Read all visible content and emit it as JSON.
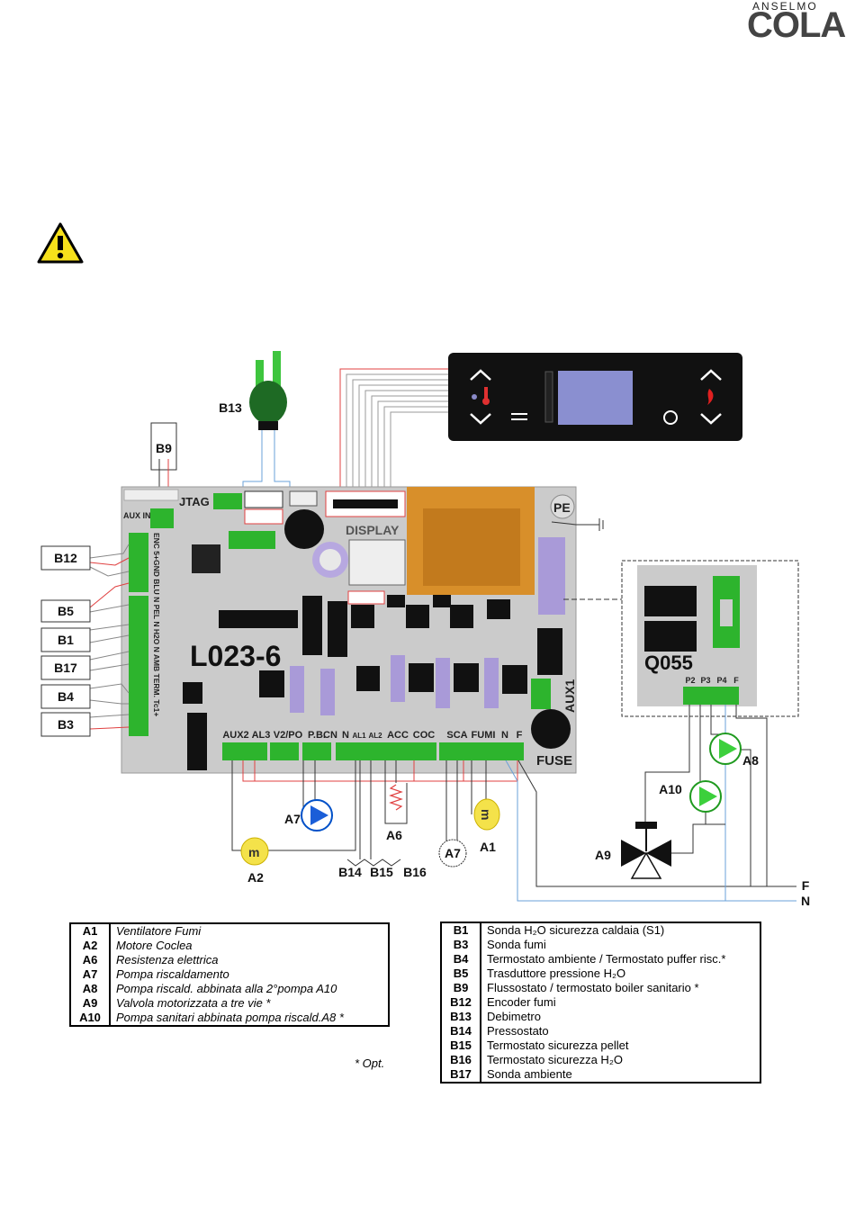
{
  "logo": {
    "top": "ANSELMO",
    "main": "COLA",
    "accent": "#d21f1f"
  },
  "board": {
    "model": "L023-6",
    "display_label": "DISPLAY",
    "jtag": "JTAG",
    "pe": "PE",
    "fuse": "FUSE",
    "aux1": "AUX1",
    "aux_in": "AUX IN",
    "left_pins": "ENC 5+GND BLU N PEL N H2O N AMB TERM. Tc1+",
    "bottom_connectors": [
      "AUX2",
      "AL3",
      "V2/PO",
      "P.B.",
      "CN",
      "N",
      "AL1",
      "AL2",
      "ACC",
      "COC",
      "SCA",
      "FUMI",
      "N",
      "F"
    ]
  },
  "module": {
    "name": "Q055",
    "pins": [
      "P2",
      "P3",
      "P4",
      "F"
    ]
  },
  "tags": {
    "B13": "B13",
    "B9": "B9",
    "B12": "B12",
    "B5": "B5",
    "B1": "B1",
    "B17": "B17",
    "B4": "B4",
    "B3": "B3",
    "A7a": "A7",
    "A7b": "A7",
    "A6": "A6",
    "A1": "A1",
    "A2": "A2",
    "B14": "B14",
    "B15": "B15",
    "B16": "B16",
    "A8": "A8",
    "A10": "A10",
    "A9": "A9",
    "F": "F",
    "N": "N",
    "motor": "m"
  },
  "legend_left": [
    {
      "code": "A1",
      "desc": "Ventilatore Fumi"
    },
    {
      "code": "A2",
      "desc": "Motore Coclea"
    },
    {
      "code": "A6",
      "desc": "Resistenza elettrica"
    },
    {
      "code": "A7",
      "desc": "Pompa riscaldamento"
    },
    {
      "code": "A8",
      "desc": "Pompa riscald. abbinata alla 2°pompa A10"
    },
    {
      "code": "A9",
      "desc": "Valvola motorizzata a tre vie *"
    },
    {
      "code": "A10",
      "desc": "Pompa sanitari abbinata pompa riscald.A8 *"
    }
  ],
  "legend_right": [
    {
      "code": "B1",
      "desc": "Sonda H₂O sicurezza caldaia (S1)"
    },
    {
      "code": "B3",
      "desc": "Sonda fumi"
    },
    {
      "code": "B4",
      "desc": "Termostato ambiente / Termostato puffer risc.*"
    },
    {
      "code": "B5",
      "desc": "Trasduttore pressione H₂O"
    },
    {
      "code": "B9",
      "desc": "Flussostato / termostato boiler sanitario *"
    },
    {
      "code": "B12",
      "desc": "Encoder fumi"
    },
    {
      "code": "B13",
      "desc": "Debimetro"
    },
    {
      "code": "B14",
      "desc": "Pressostato"
    },
    {
      "code": "B15",
      "desc": "Termostato sicurezza pellet"
    },
    {
      "code": "B16",
      "desc": "Termostato sicurezza H₂O"
    },
    {
      "code": "B17",
      "desc": "Sonda ambiente"
    }
  ],
  "note": "* Opt."
}
